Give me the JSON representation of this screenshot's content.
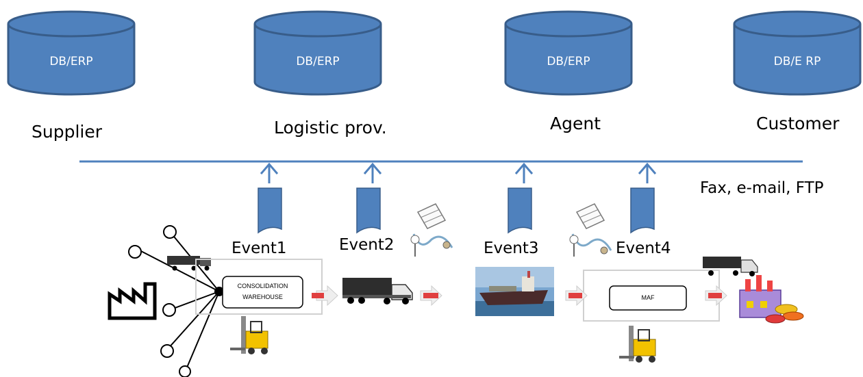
{
  "parties": [
    {
      "name": "Supplier",
      "db": "DB/ERP"
    },
    {
      "name": "Logistic prov.",
      "db": "DB/ERP"
    },
    {
      "name": "Agent",
      "db": "DB/ERP"
    },
    {
      "name": "Customer",
      "db": "DB/E RP"
    }
  ],
  "channel": "Fax, e-mail, FTP",
  "events": [
    "Event1",
    "Event2",
    "Event3",
    "Event4"
  ],
  "boxes": {
    "consolidation_line1": "CONSOLIDATION",
    "consolidation_line2": "WAREHOUSE",
    "maf": "MAF"
  },
  "colors": {
    "db_fill": "#4f81bd",
    "db_stroke": "#385d8a",
    "bus_line": "#4f81bd",
    "arrow_red": "#e04040"
  }
}
